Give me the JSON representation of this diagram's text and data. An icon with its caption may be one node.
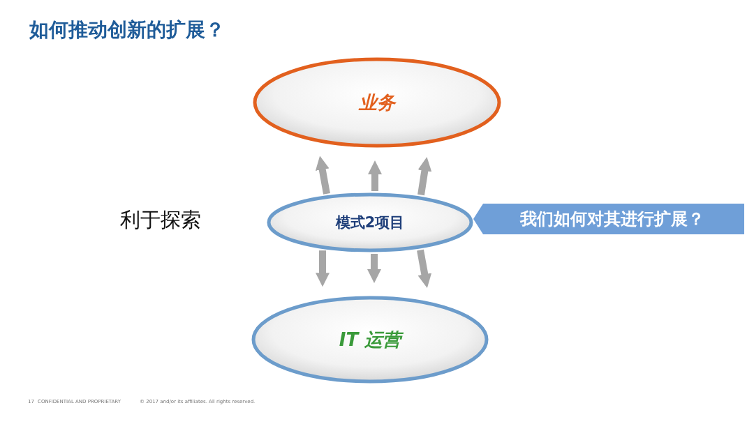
{
  "diagram": {
    "title": "如何推动创新的扩展？",
    "nodes": [
      {
        "text": [
          "业务"
        ]
      },
      {
        "text": [
          "模式2项目"
        ]
      },
      {
        "text": [
          "IT 运营"
        ]
      },
      {
        "text": [
          "我们如何对其进行扩展？"
        ]
      }
    ],
    "edges": [
      {
        "from": 1,
        "to": 0,
        "arrow": "to"
      },
      {
        "from": 1,
        "to": 0,
        "arrow": "to"
      },
      {
        "from": 1,
        "to": 0,
        "arrow": "to"
      },
      {
        "from": 1,
        "to": 2,
        "arrow": "to"
      },
      {
        "from": 1,
        "to": 2,
        "arrow": "to"
      },
      {
        "from": 1,
        "to": 2,
        "arrow": "to"
      }
    ],
    "labels": [
      "利于探索",
      "17",
      "CONFIDENTIAL AND PROPRIETARY",
      "© 2017 and/or its affiliates. All rights reserved."
    ]
  }
}
